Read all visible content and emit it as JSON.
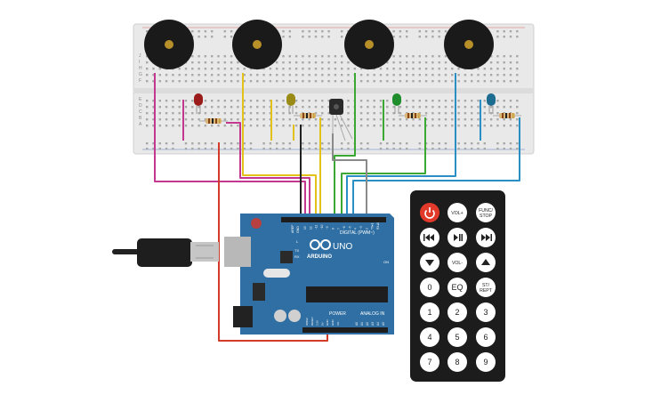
{
  "arduino": {
    "brand_text": "ARDUINO",
    "model_text": "UNO",
    "digital_header": "DIGITAL (PWM~)",
    "power_header": "POWER",
    "analog_header": "ANALOG IN",
    "led_labels": [
      "L",
      "TX",
      "RX"
    ],
    "on_label": "ON",
    "aref_label": "AREF",
    "gnd_label": "GND",
    "digital_pins": [
      "13",
      "12",
      "~11",
      "~10",
      "~9",
      "8",
      "7",
      "~6",
      "~5",
      "4",
      "~3",
      "2",
      "TX▸1",
      "RX◂0"
    ],
    "power_pins": [
      "IOREF",
      "RESET",
      "3.3V",
      "5V",
      "GND",
      "GND",
      "Vin"
    ],
    "analog_pins": [
      "A0",
      "A1",
      "A2",
      "A3",
      "A4",
      "A5"
    ],
    "colors": {
      "board": "#2f6fa3",
      "header": "#1d1d1d"
    }
  },
  "breadboard": {
    "row_letters_top": [
      "J",
      "I",
      "H",
      "G",
      "F"
    ],
    "row_letters_bottom": [
      "E",
      "D",
      "C",
      "B",
      "A"
    ],
    "color": "#e9e9e9"
  },
  "leds": [
    {
      "color": "#9b1b1b",
      "name": "red"
    },
    {
      "color": "#9a8a16",
      "name": "yellow"
    },
    {
      "color": "#1f8d2b",
      "name": "green"
    },
    {
      "color": "#1c6d91",
      "name": "blue"
    }
  ],
  "remote": {
    "buttons": [
      {
        "id": "power",
        "label": "",
        "icon": "power-icon"
      },
      {
        "id": "vol-up",
        "label": "VOL+"
      },
      {
        "id": "func-stop",
        "label": "FUNC/ STOP"
      },
      {
        "id": "prev",
        "label": "",
        "icon": "skip-back-icon"
      },
      {
        "id": "play-pause",
        "label": "",
        "icon": "play-pause-icon"
      },
      {
        "id": "next",
        "label": "",
        "icon": "skip-forward-icon"
      },
      {
        "id": "down",
        "label": "",
        "icon": "triangle-down-icon"
      },
      {
        "id": "vol-down",
        "label": "VOL-"
      },
      {
        "id": "up",
        "label": "",
        "icon": "triangle-up-icon"
      },
      {
        "id": "zero",
        "label": "0"
      },
      {
        "id": "eq",
        "label": "EQ"
      },
      {
        "id": "st-rept",
        "label": "ST/ REPT"
      },
      {
        "id": "one",
        "label": "1"
      },
      {
        "id": "two",
        "label": "2"
      },
      {
        "id": "three",
        "label": "3"
      },
      {
        "id": "four",
        "label": "4"
      },
      {
        "id": "five",
        "label": "5"
      },
      {
        "id": "six",
        "label": "6"
      },
      {
        "id": "seven",
        "label": "7"
      },
      {
        "id": "eight",
        "label": "8"
      },
      {
        "id": "nine",
        "label": "9"
      }
    ]
  },
  "wire_colors": {
    "pink": "#c2378f",
    "yellow": "#e2c21a",
    "green": "#3aa832",
    "blue": "#2a8fc4",
    "black": "#222222",
    "gray": "#8a8a8a",
    "red": "#d23a2a"
  }
}
